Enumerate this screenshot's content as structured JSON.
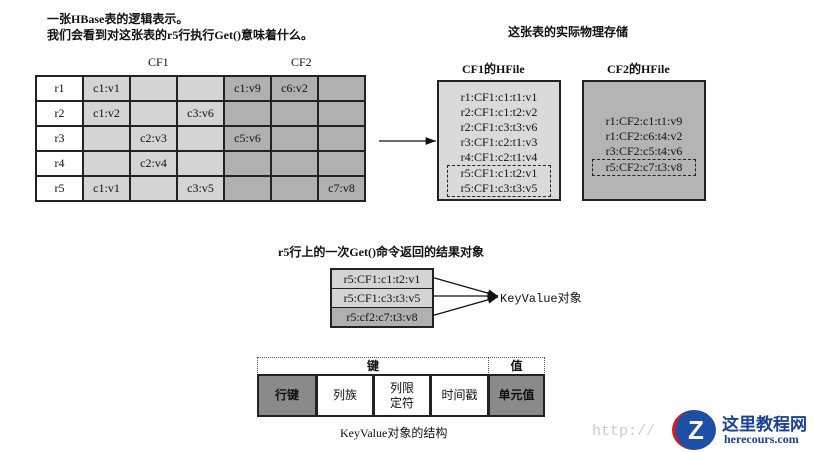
{
  "intro": {
    "line1": "一张HBase表的逻辑表示。",
    "line2": "我们会看到对这张表的r5行执行Get()意味着什么。"
  },
  "table": {
    "cf1": "CF1",
    "cf2": "CF2",
    "rows": [
      [
        "r1",
        "c1:v1",
        "",
        "",
        "c1:v9",
        "c6:v2",
        ""
      ],
      [
        "r2",
        "c1:v2",
        "",
        "c3:v6",
        "",
        "",
        ""
      ],
      [
        "r3",
        "",
        "c2:v3",
        "",
        "c5:v6",
        "",
        ""
      ],
      [
        "r4",
        "",
        "c2:v4",
        "",
        "",
        "",
        ""
      ],
      [
        "r5",
        "c1:v1",
        "",
        "c3:v5",
        "",
        "",
        "c7:v8"
      ]
    ]
  },
  "physical": {
    "title": "这张表的实际物理存储",
    "cf1_title": "CF1的HFile",
    "cf1_lines": [
      "r1:CF1:c1:t1:v1",
      "r2:CF1:c1:t2:v2",
      "r2:CF1:c3:t3:v6",
      "r3:CF1:c2:t1:v3",
      "r4:CF1:c2:t1:v4"
    ],
    "cf1_highlight": [
      "r5:CF1:c1:t2:v1",
      "r5:CF1:c3:t3:v5"
    ],
    "cf2_title": "CF2的HFile",
    "cf2_lines": [
      "r1:CF2:c1:t1:v9",
      "r1:CF2:c6:t4:v2",
      "r3:CF2:c5:t4:v6"
    ],
    "cf2_highlight": [
      "r5:CF2:c7:t3:v8"
    ]
  },
  "get": {
    "title": "r5行上的一次Get()命令返回的结果对象",
    "results": [
      "r5:CF1:c1:t2:v1",
      "r5:CF1:c3:t3:v5",
      "r5:cf2:c7:t3:v8"
    ],
    "target": "KeyValue对象"
  },
  "kv": {
    "key": "键",
    "value": "值",
    "cells": [
      "行键",
      "列族",
      "列限定符",
      "时间戳",
      "单元值"
    ],
    "caption": "KeyValue对象的结构"
  },
  "watermark": {
    "url": "http://",
    "site": "这里教程网",
    "domain": "herecours.com"
  },
  "colors": {
    "cf1": "#d4d4d4",
    "cf2": "#b0b0b0",
    "dark": "#8a8a8a"
  }
}
